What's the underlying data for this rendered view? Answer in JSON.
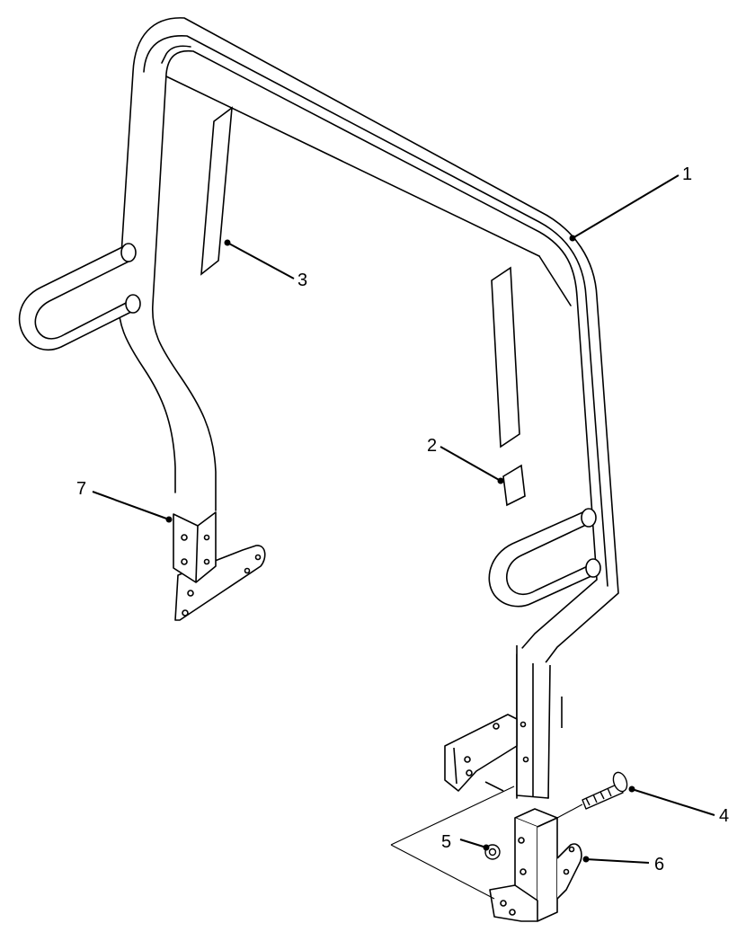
{
  "callouts": [
    {
      "label": "1",
      "part": "roll-bar-hoop"
    },
    {
      "label": "2",
      "part": "decal-strip-short"
    },
    {
      "label": "3",
      "part": "decal-strip-left"
    },
    {
      "label": "4",
      "part": "bolt"
    },
    {
      "label": "5",
      "part": "nut"
    },
    {
      "label": "6",
      "part": "mount-bracket-right"
    },
    {
      "label": "7",
      "part": "mount-bracket-left"
    }
  ],
  "colors": {
    "line": "#000000",
    "tube_fill": "#ffffff",
    "decal_fill": "#ffffff",
    "background": "#ffffff"
  }
}
